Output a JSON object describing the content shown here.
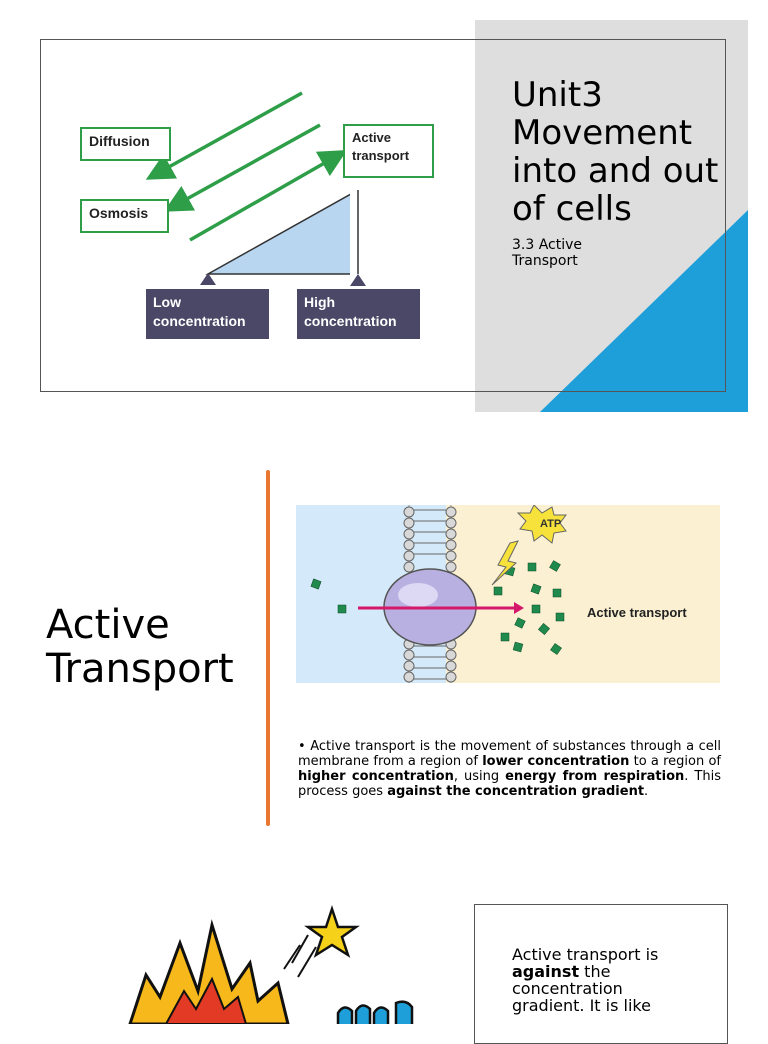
{
  "slide1": {
    "title": "Unit3 Movement into and out of cells",
    "subtitle": "3.3 Active Transport",
    "diagram": {
      "diffusion": "Diffusion",
      "osmosis": "Osmosis",
      "active_transport_line1": "Active",
      "active_transport_line2": "transport",
      "low_line1": "Low",
      "low_line2": "concentration",
      "high_line1": "High",
      "high_line2": "concentration"
    },
    "colors": {
      "accent_blue": "#1e9fd9",
      "gray_panel": "#dedede",
      "arrow_green": "#2e9e48",
      "label_dark": "#4a4866"
    }
  },
  "slide2": {
    "title_line1": "Active",
    "title_line2": "Transport",
    "diagram_label": "Active transport",
    "atp_label": "ATP",
    "bullet": {
      "t1": "Active transport is the movement of substances through a cell membrane from a region of ",
      "b1": "lower concentration",
      "t2": " to a region of ",
      "b2": "higher concentration",
      "t3": ", using ",
      "b3": "energy from respiration",
      "t4": ". This process goes ",
      "b4": "against the concentration gradient",
      "t5": "."
    },
    "colors": {
      "divider_orange": "#e9772f",
      "left_fluid": "#d4eafa",
      "right_fluid": "#fbf1d2"
    }
  },
  "slide3": {
    "t1": "Active transport is ",
    "b1": "against",
    "t2": " the concentration gradient. It is like"
  }
}
